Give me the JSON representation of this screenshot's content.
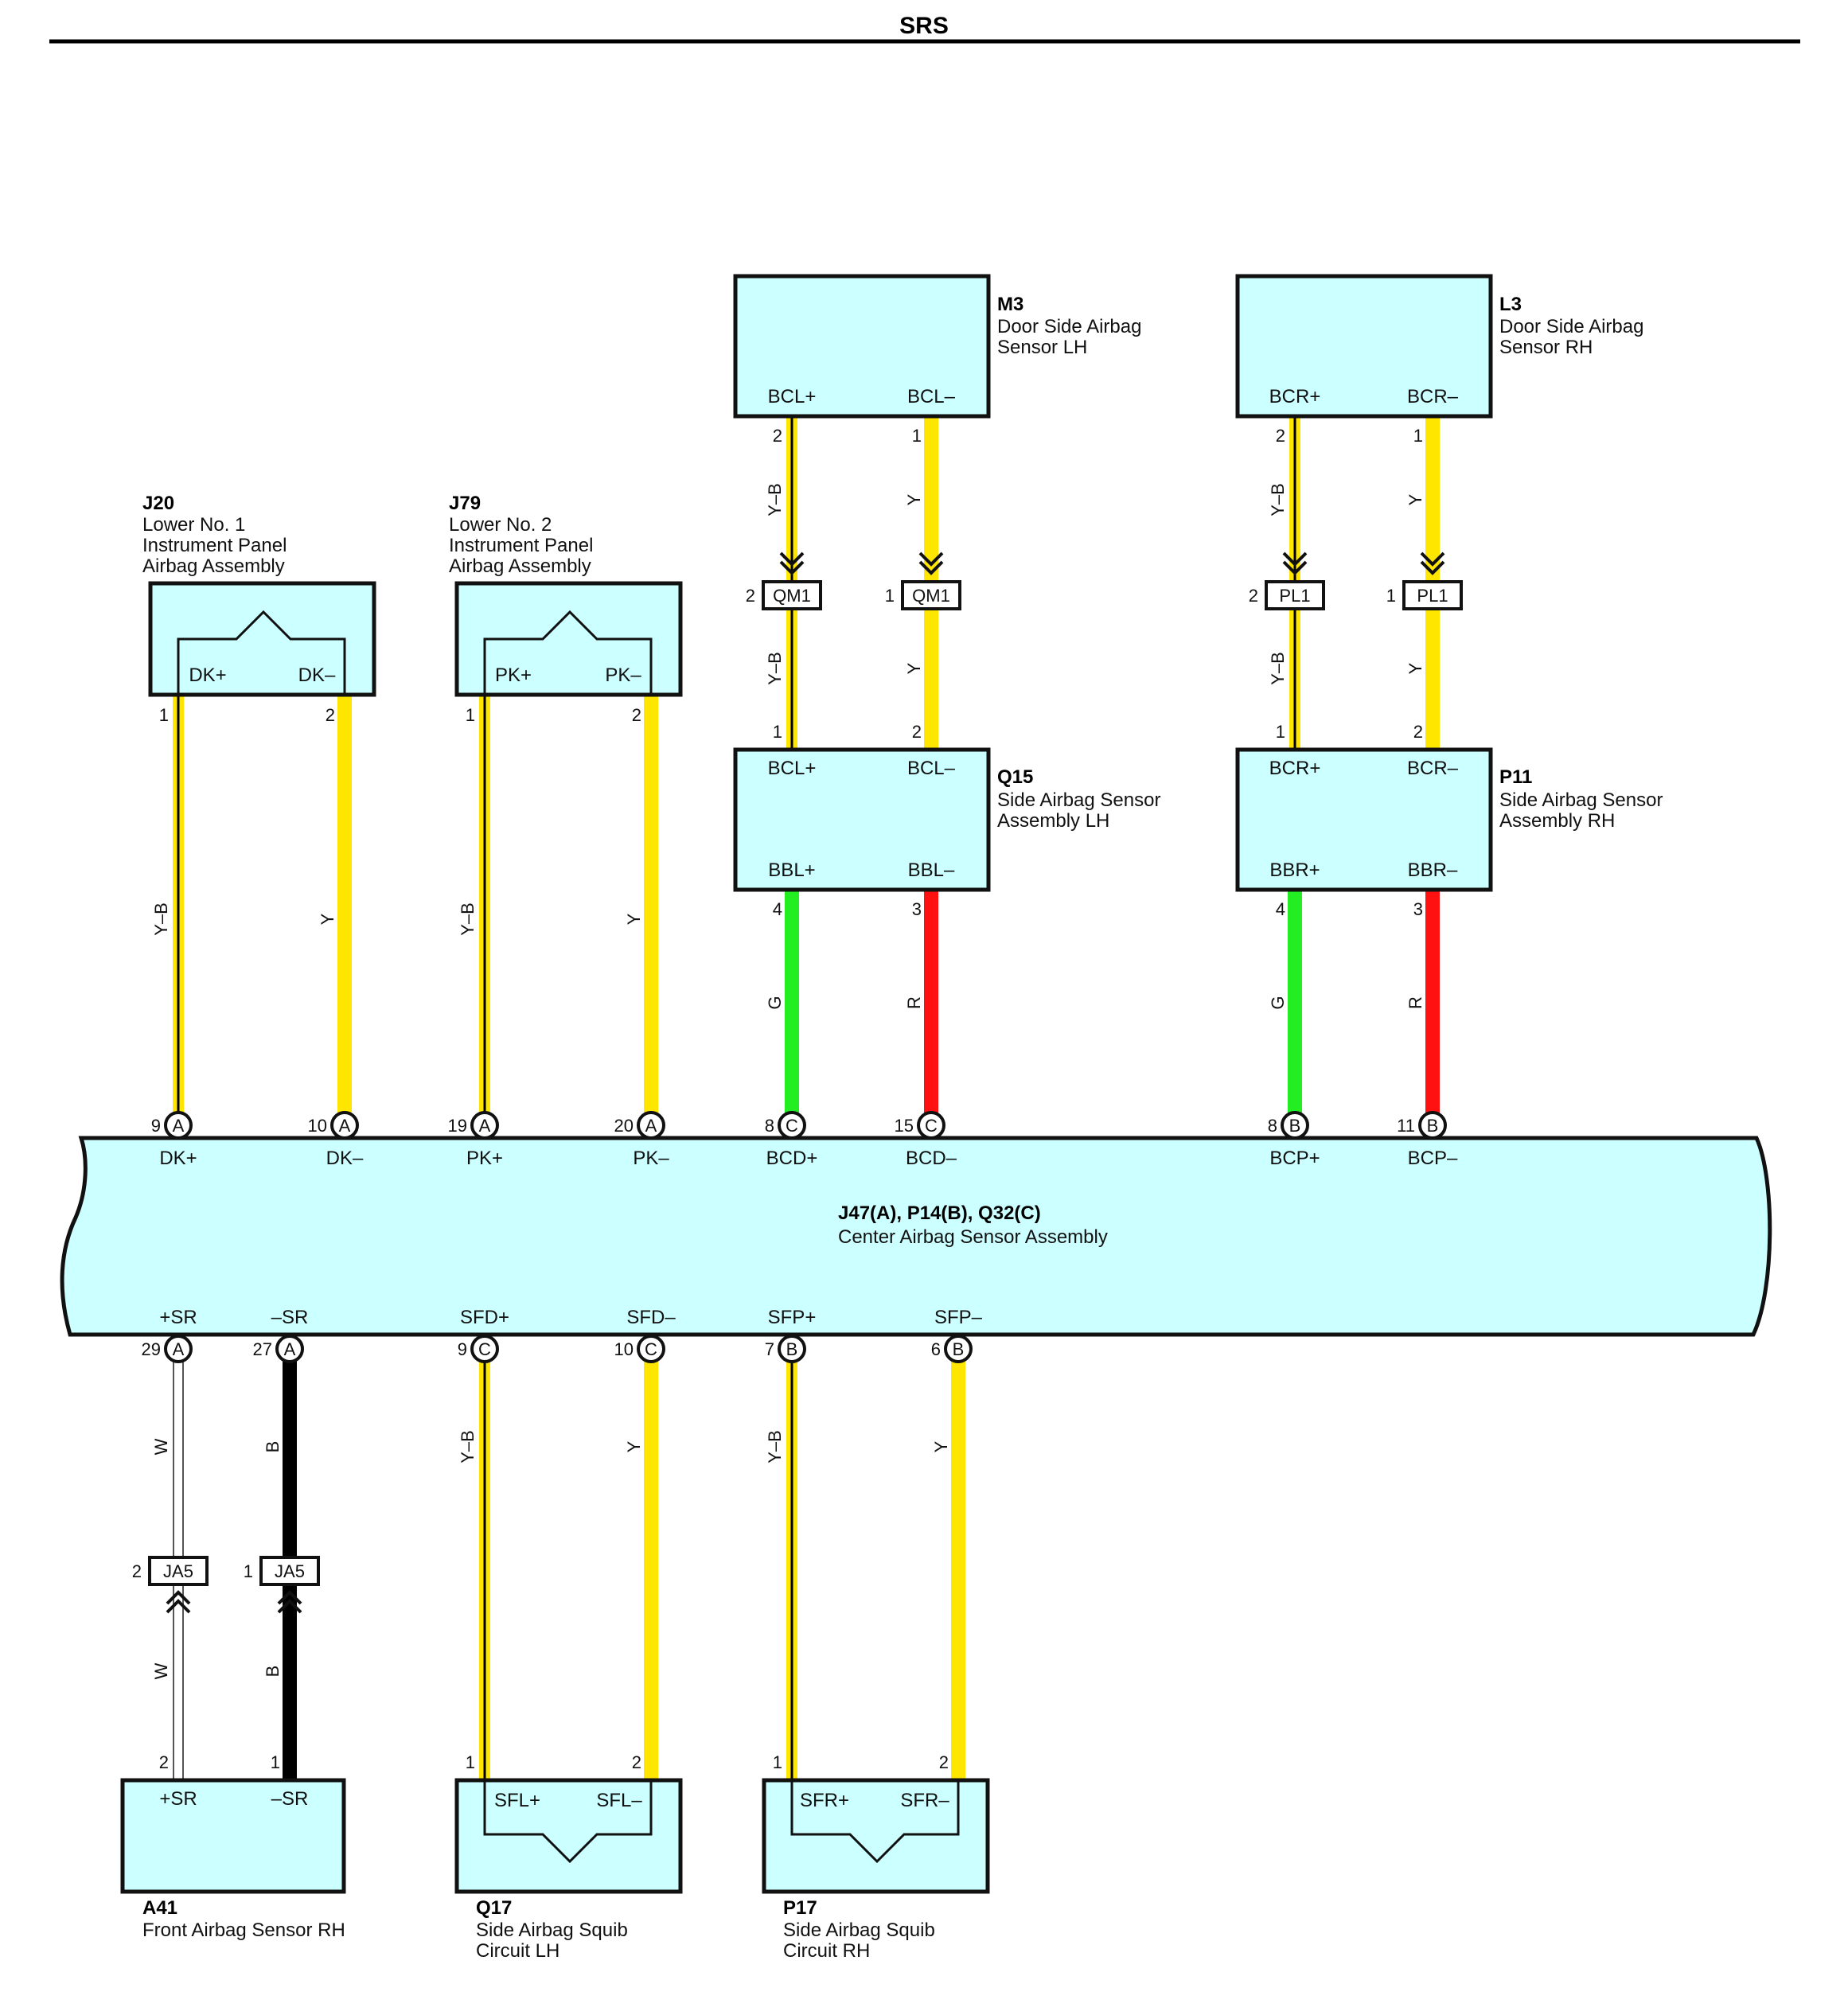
{
  "header": {
    "title": "SRS"
  },
  "colors": {
    "component_fill": "#ccffff",
    "Y": "#ffe600",
    "G": "#22ee22",
    "R": "#ff1111",
    "B": "#000000",
    "W": "#ffffff"
  },
  "components": {
    "m3": {
      "id": "M3",
      "name1": "Door Side Airbag",
      "name2": "Sensor LH",
      "pin_a": "BCL+",
      "pin_b": "BCL–"
    },
    "l3": {
      "id": "L3",
      "name1": "Door Side Airbag",
      "name2": "Sensor RH",
      "pin_a": "BCR+",
      "pin_b": "BCR–"
    },
    "j20": {
      "id": "J20",
      "name1": "Lower No.  1",
      "name2": "Instrument Panel",
      "name3": "Airbag Assembly",
      "pin_a": "DK+",
      "pin_b": "DK–"
    },
    "j79": {
      "id": "J79",
      "name1": "Lower No.  2",
      "name2": "Instrument Panel",
      "name3": "Airbag Assembly",
      "pin_a": "PK+",
      "pin_b": "PK–"
    },
    "q15": {
      "id": "Q15",
      "name1": "Side Airbag Sensor",
      "name2": "Assembly LH",
      "pin_a": "BCL+",
      "pin_b": "BCL–",
      "pin_c": "BBL+",
      "pin_d": "BBL–"
    },
    "p11": {
      "id": "P11",
      "name1": "Side Airbag Sensor",
      "name2": "Assembly RH",
      "pin_a": "BCR+",
      "pin_b": "BCR–",
      "pin_c": "BBR+",
      "pin_d": "BBR–"
    },
    "center": {
      "id": "J47(A), P14(B), Q32(C)",
      "name": "Center Airbag Sensor Assembly",
      "top_pins": [
        "DK+",
        "DK–",
        "PK+",
        "PK–",
        "BCD+",
        "BCD–",
        "BCP+",
        "BCP–"
      ],
      "bottom_pins": [
        "+SR",
        "–SR",
        "SFD+",
        "SFD–",
        "SFP+",
        "SFP–"
      ]
    },
    "a41": {
      "id": "A41",
      "name1": "Front Airbag Sensor RH",
      "pin_a": "+SR",
      "pin_b": "–SR"
    },
    "q17": {
      "id": "Q17",
      "name1": "Side Airbag Squib",
      "name2": "Circuit LH",
      "pin_a": "SFL+",
      "pin_b": "SFL–"
    },
    "p17": {
      "id": "P17",
      "name1": "Side Airbag Squib",
      "name2": "Circuit RH",
      "pin_a": "SFR+",
      "pin_b": "SFR–"
    }
  },
  "connectors": {
    "qm1": "QM1",
    "pl1": "PL1",
    "ja5": "JA5"
  },
  "pin_numbers": {
    "m3_a": "2",
    "m3_b": "1",
    "l3_a": "2",
    "l3_b": "1",
    "qm1_a": "2",
    "qm1_b": "1",
    "pl1_a": "2",
    "pl1_b": "1",
    "q15_a": "1",
    "q15_b": "2",
    "q15_c": "4",
    "q15_d": "3",
    "p11_a": "1",
    "p11_b": "2",
    "p11_c": "4",
    "p11_d": "3",
    "j20_a": "1",
    "j20_b": "2",
    "j79_a": "1",
    "j79_b": "2",
    "ct1": "9",
    "ct2": "10",
    "ct3": "19",
    "ct4": "20",
    "ct5": "8",
    "ct6": "15",
    "ct7": "8",
    "ct8": "11",
    "cb1": "29",
    "cb2": "27",
    "cb3": "9",
    "cb4": "10",
    "cb5": "7",
    "cb6": "6",
    "ja5_a": "2",
    "ja5_b": "1",
    "a41_a": "2",
    "a41_b": "1",
    "q17_a": "1",
    "q17_b": "2",
    "p17_a": "1",
    "p17_b": "2"
  },
  "terminal_letters": {
    "ct1": "A",
    "ct2": "A",
    "ct3": "A",
    "ct4": "A",
    "ct5": "C",
    "ct6": "C",
    "ct7": "B",
    "ct8": "B",
    "cb1": "A",
    "cb2": "A",
    "cb3": "C",
    "cb4": "C",
    "cb5": "B",
    "cb6": "B"
  },
  "wire_colors": {
    "yb": "Y–B",
    "y": "Y",
    "g": "G",
    "r": "R",
    "w": "W",
    "b": "B"
  }
}
